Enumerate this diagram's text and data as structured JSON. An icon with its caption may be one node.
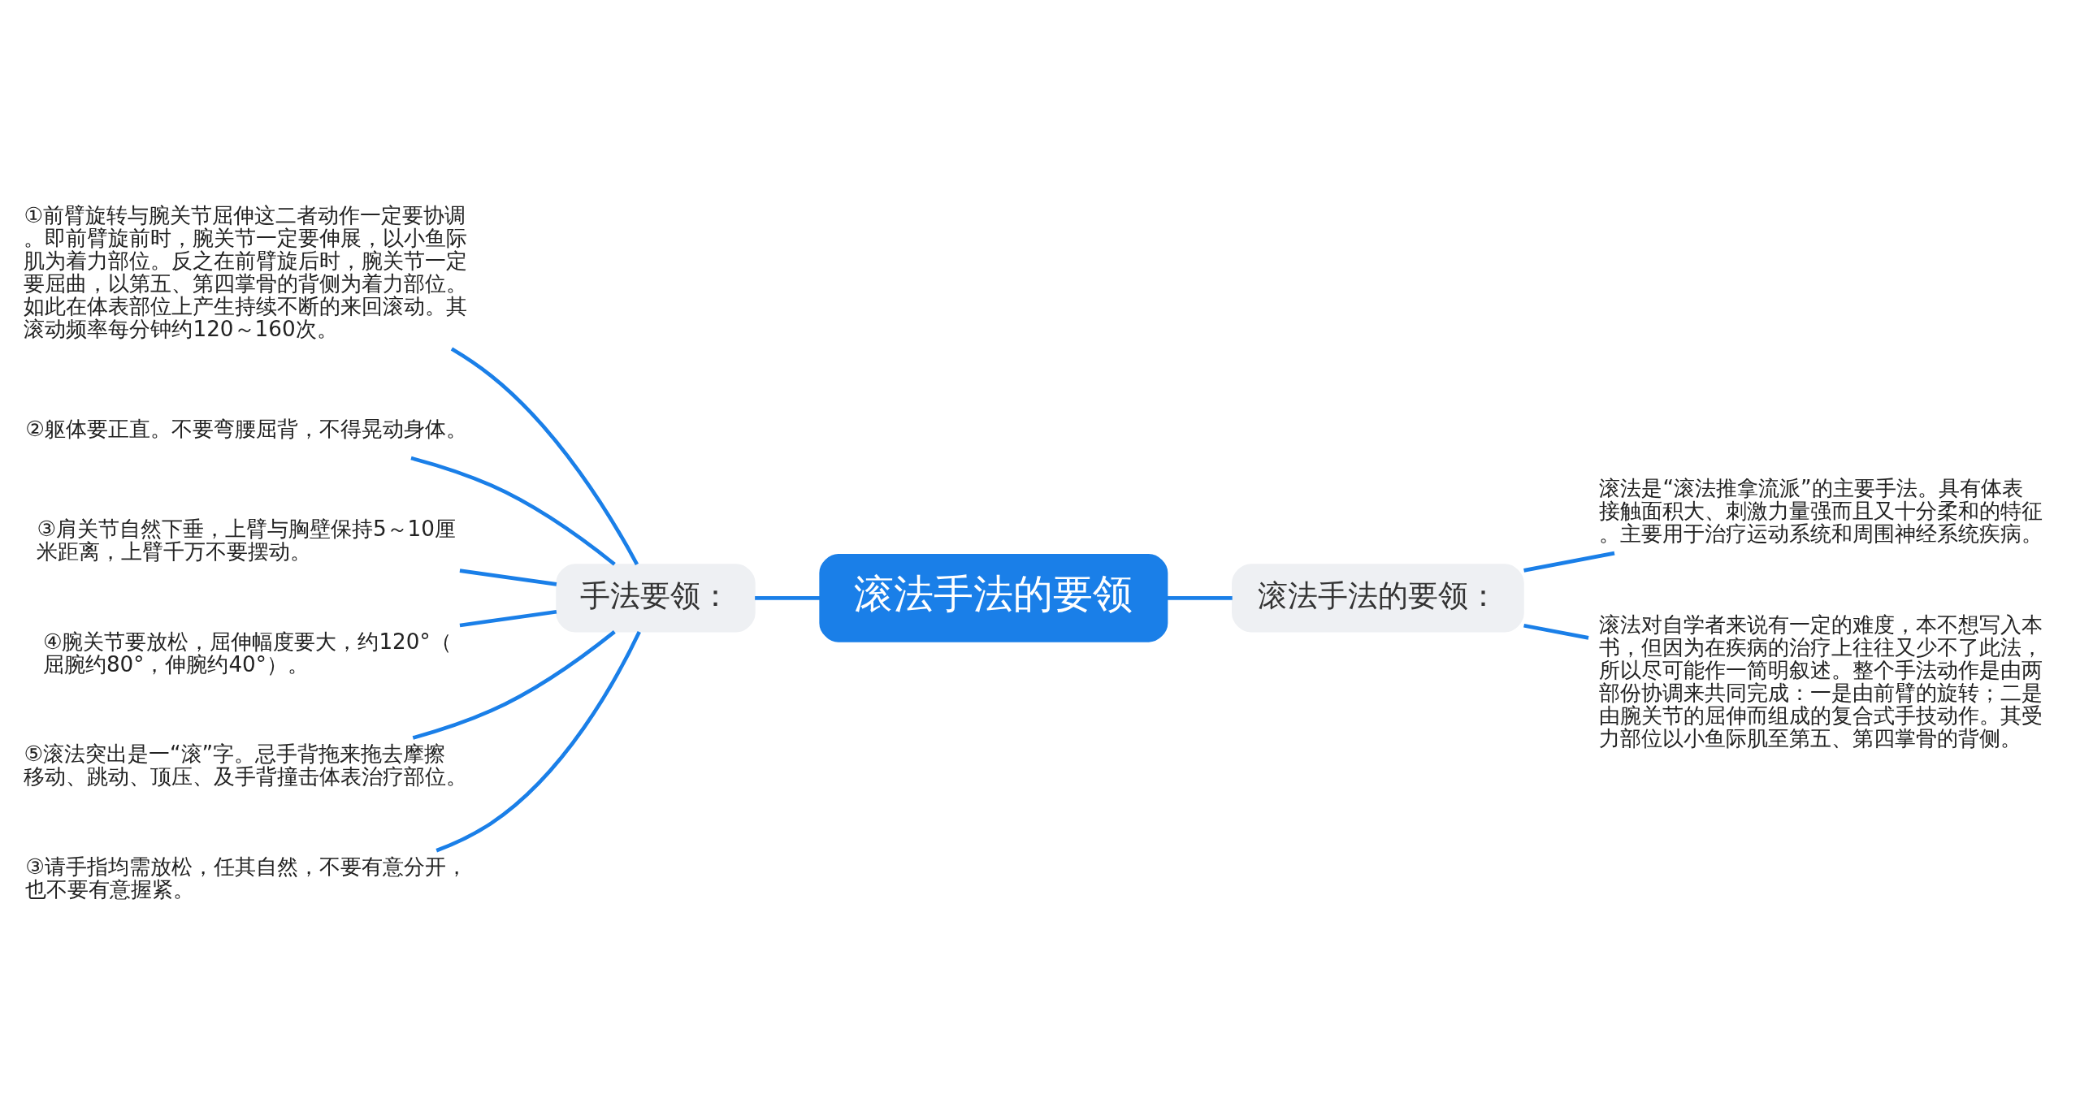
{
  "diagram": {
    "nodes": [
      {
        "text": [
          "滚法手法的要领"
        ]
      },
      {
        "text": [
          "手法要领："
        ]
      },
      {
        "text": [
          "①前臂旋转与腕关节屈伸这二者动作一定要协调。即前臂旋前时，腕关节一定要伸展，以小鱼际肌为着力部位。反之在前臂旋后时，腕关节一定要屈曲，以第五、第四掌骨的背侧为着力部位。如此在体表部位上产生持续不断的来回滚动。其滚动频率每分钟约120～160次。"
        ]
      },
      {
        "text": [
          "②躯体要正直。不要弯腰屈背，不得晃动身体。"
        ]
      },
      {
        "text": [
          "③肩关节自然下垂，上臂与胸壁保持5～10厘米距离，上臂千万不要摆动。"
        ]
      },
      {
        "text": [
          "④腕关节要放松，屈伸幅度要大，约120°（屈腕约80°，伸腕约40°）。"
        ]
      },
      {
        "text": [
          "⑤滚法突出是一“滚”字。忌手背拖来拖去摩擦移动、跳动、顶压、及手背撞击体表治疗部位。"
        ]
      },
      {
        "text": [
          "③请手指均需放松，任其自然，不要有意分开，也不要有意握紧。"
        ]
      },
      {
        "text": [
          "滚法手法的要领："
        ]
      },
      {
        "text": [
          "滚法是“滚法推拿流派”的主要手法。具有体表接触面积大、刺激力量强而且又十分柔和的特征。主要用于治疗运动系统和周围神经系统疾病。"
        ]
      },
      {
        "text": [
          "滚法对自学者来说有一定的难度，本不想写入本书，但因为在疾病的治疗上往往又少不了此法，所以尽可能作一简明叙述。整个手法动作是由两部份协调来共同完成：一是由前臂的旋转；二是由腕关节的屈伸而组成的复合式手技动作。其受力部位以小鱼际肌至第五、第四掌骨的背侧。"
        ]
      }
    ],
    "edges": [
      {
        "from": 0,
        "to": 1,
        "arrow": "none"
      },
      {
        "from": 1,
        "to": 2,
        "arrow": "none"
      },
      {
        "from": 1,
        "to": 3,
        "arrow": "none"
      },
      {
        "from": 1,
        "to": 4,
        "arrow": "none"
      },
      {
        "from": 1,
        "to": 5,
        "arrow": "none"
      },
      {
        "from": 1,
        "to": 6,
        "arrow": "none"
      },
      {
        "from": 1,
        "to": 7,
        "arrow": "none"
      },
      {
        "from": 0,
        "to": 8,
        "arrow": "none"
      },
      {
        "from": 8,
        "to": 9,
        "arrow": "none"
      },
      {
        "from": 8,
        "to": 10,
        "arrow": "none"
      }
    ]
  }
}
